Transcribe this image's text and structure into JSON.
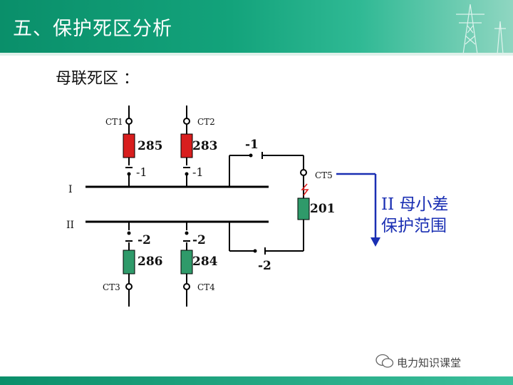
{
  "header": {
    "title": "五、保护死区分析"
  },
  "subtitle": "母联死区 ：",
  "bus": {
    "bus1_label": "I",
    "bus2_label": "II"
  },
  "ct_labels": {
    "ct1": "CT1",
    "ct2": "CT2",
    "ct3": "CT3",
    "ct4": "CT4",
    "ct5": "CT5"
  },
  "breakers": {
    "b285": "285",
    "b283": "283",
    "b286": "286",
    "b284": "284",
    "b201": "201"
  },
  "switch_labels": {
    "s285": "-1",
    "s283": "-1",
    "s286": "-2",
    "s284": "-2",
    "coupler_top": "-1",
    "coupler_bottom": "-2"
  },
  "protection_range": {
    "line1": "II 母小差",
    "line2": "保护范围"
  },
  "watermark": "电力知识课堂",
  "colors": {
    "header": "#13a37b",
    "red_breaker": "#d81e1e",
    "green_breaker": "#2f9a6a",
    "range_text": "#1a2fb3",
    "arrow": "#1a2fb3"
  }
}
